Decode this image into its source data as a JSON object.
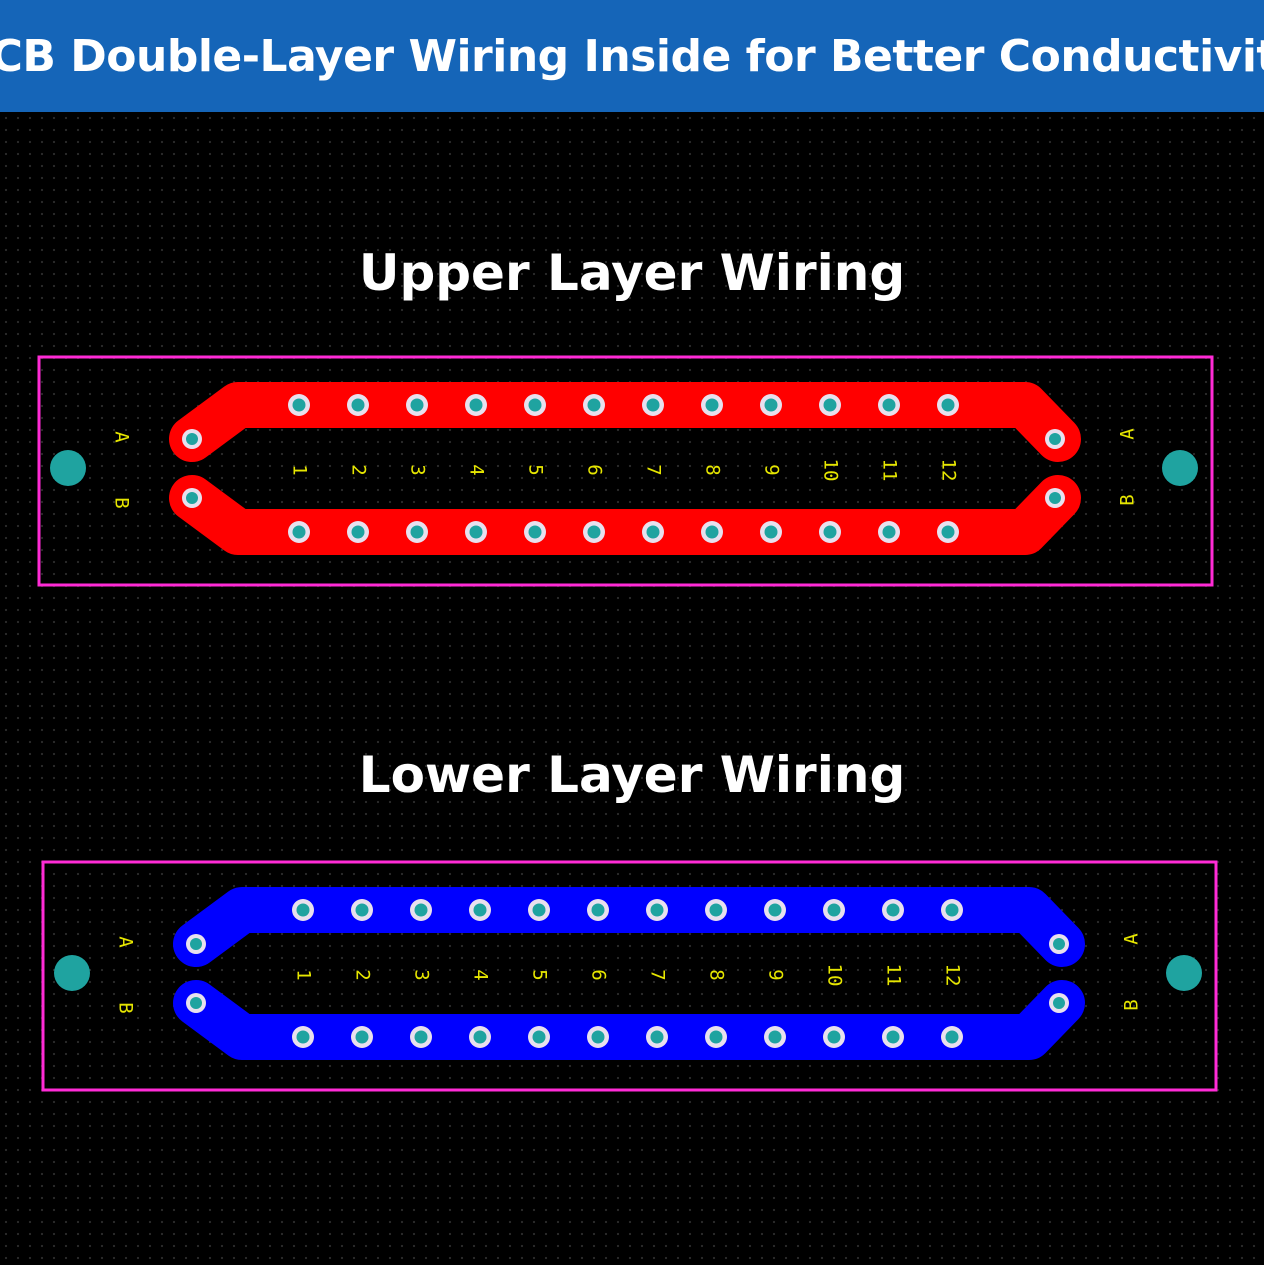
{
  "header": {
    "title": "PCB Double-Layer Wiring Inside for Better Conductivity"
  },
  "colors": {
    "banner": "#1565b8",
    "outline": "#ff2bd6",
    "upper_trace": "#ff0000",
    "lower_trace": "#0000ff",
    "pad": "#1fa3a0",
    "label": "#e6e600"
  },
  "boards": [
    {
      "title": "Upper Layer Wiring",
      "trace_color": "#ff0000",
      "side_labels": [
        "A",
        "B"
      ],
      "pins": [
        "1",
        "2",
        "3",
        "4",
        "5",
        "6",
        "7",
        "8",
        "9",
        "10",
        "11",
        "12"
      ]
    },
    {
      "title": "Lower Layer Wiring",
      "trace_color": "#0000ff",
      "side_labels": [
        "A",
        "B"
      ],
      "pins": [
        "1",
        "2",
        "3",
        "4",
        "5",
        "6",
        "7",
        "8",
        "9",
        "10",
        "11",
        "12"
      ]
    }
  ]
}
